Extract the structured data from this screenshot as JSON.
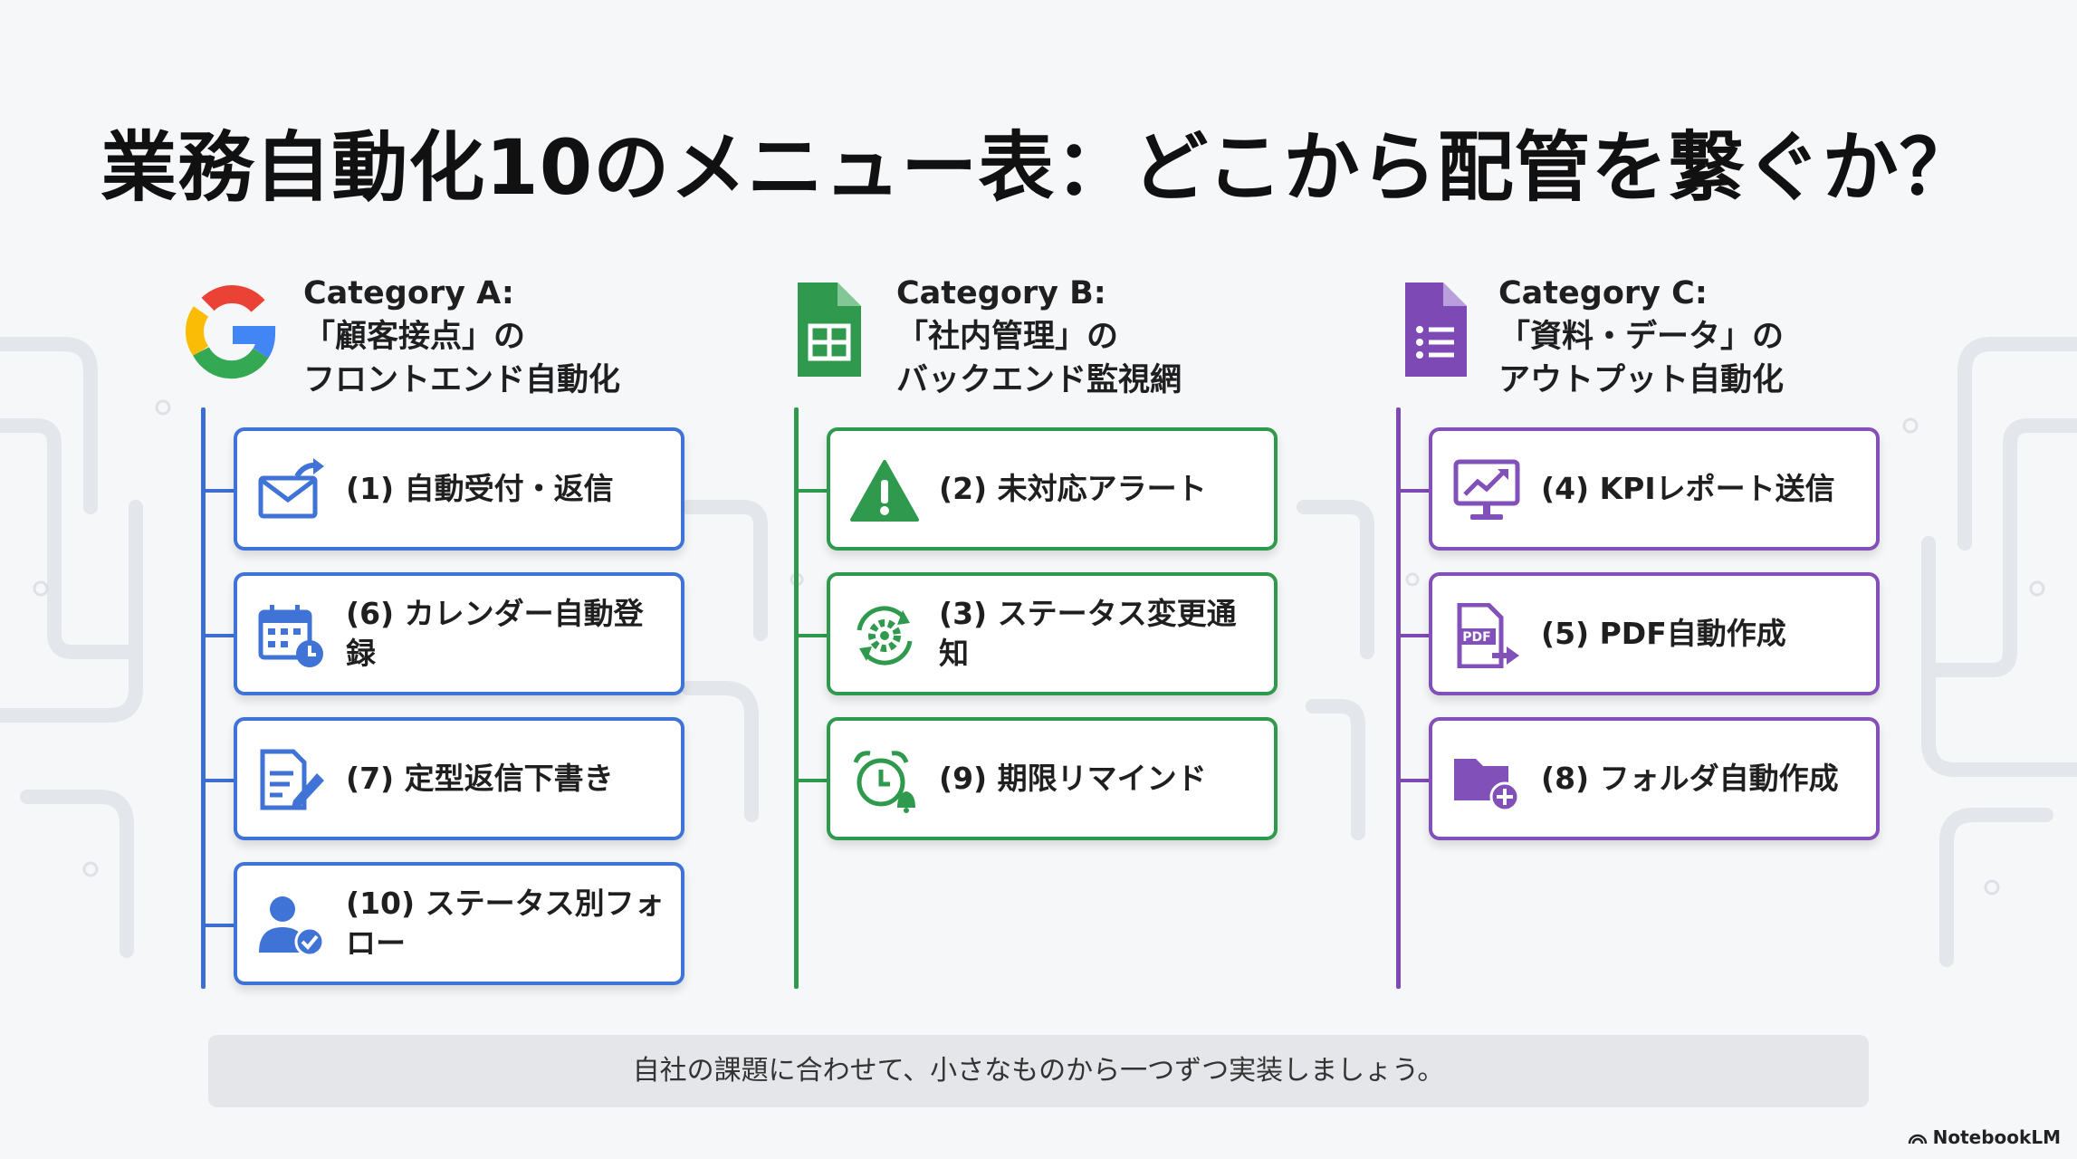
{
  "title": "業務自動化10のメニュー表：どこから配管を繋ぐか？",
  "colors": {
    "blue": "#3f74d6",
    "green": "#2f9a4d",
    "purple": "#8150b8"
  },
  "categories": [
    {
      "heading": "Category A:",
      "line1": "「顧客接点」の",
      "line2": "フロントエンド自動化",
      "icon": "google-g-icon",
      "items": [
        {
          "label": "(1) 自動受付・返信",
          "icon": "mail-reply-icon"
        },
        {
          "label": "(6) カレンダー自動登録",
          "icon": "calendar-clock-icon"
        },
        {
          "label": "(7) 定型返信下書き",
          "icon": "document-pen-icon"
        },
        {
          "label": "(10) ステータス別フォロー",
          "icon": "user-check-icon"
        }
      ]
    },
    {
      "heading": "Category B:",
      "line1": "「社内管理」の",
      "line2": "バックエンド監視網",
      "icon": "sheets-icon",
      "items": [
        {
          "label": "(2) 未対応アラート",
          "icon": "warning-icon"
        },
        {
          "label": "(3) ステータス変更通知",
          "icon": "gear-refresh-icon"
        },
        {
          "label": "(9) 期限リマインド",
          "icon": "alarm-clock-icon"
        }
      ]
    },
    {
      "heading": "Category C:",
      "line1": "「資料・データ」の",
      "line2": "アウトプット自動化",
      "icon": "forms-icon",
      "items": [
        {
          "label": "(4) KPIレポート送信",
          "icon": "chart-monitor-icon"
        },
        {
          "label": "(5) PDF自動作成",
          "icon": "pdf-file-icon",
          "icon_text": "PDF"
        },
        {
          "label": "(8) フォルダ自動作成",
          "icon": "folder-add-icon"
        }
      ]
    }
  ],
  "footer": "自社の課題に合わせて、小さなものから一つずつ実装しましょう。",
  "brand": "NotebookLM"
}
